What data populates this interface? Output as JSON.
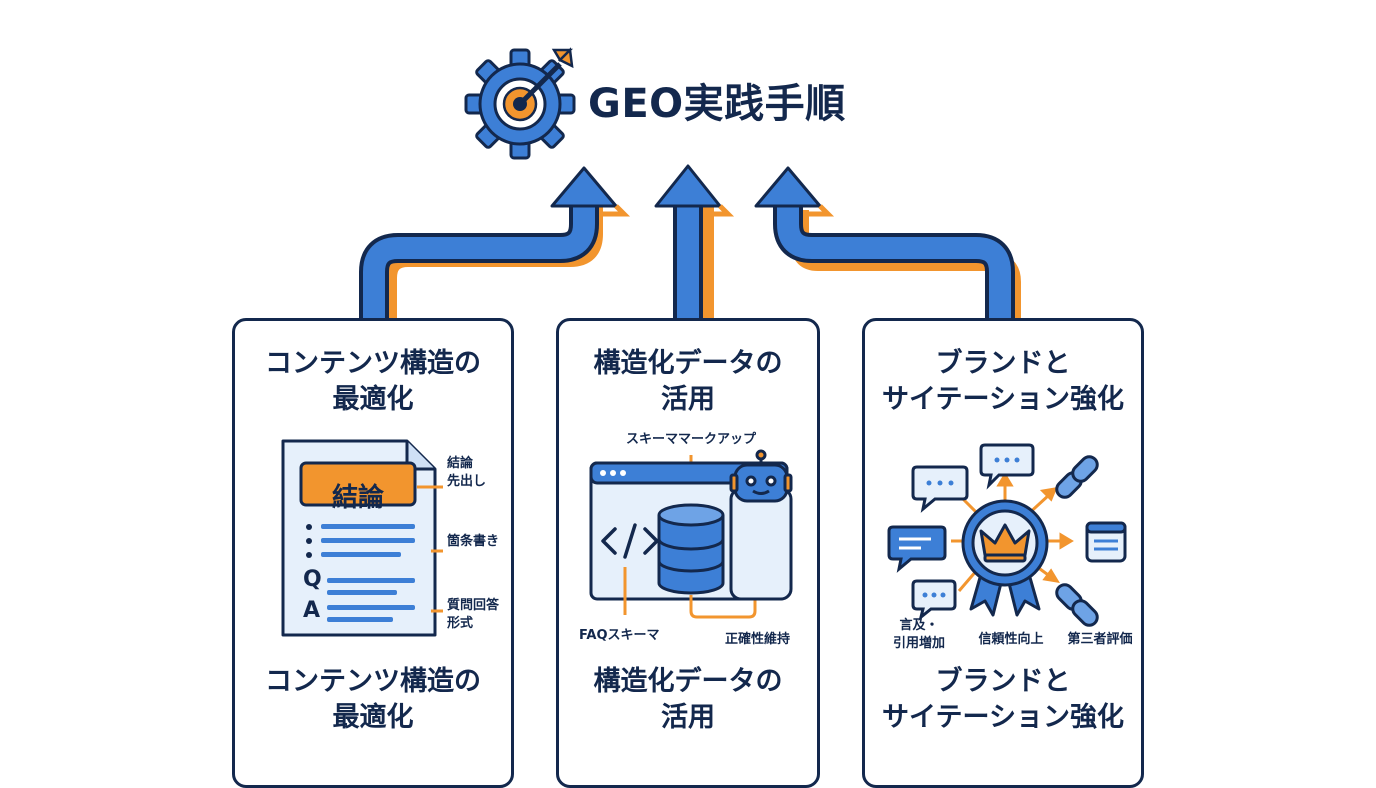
{
  "title": "GEO実践手順",
  "icons": {
    "header": "target-gear-icon",
    "card1": "document-icon",
    "card2": [
      "browser-window-icon",
      "code-icon",
      "database-icon",
      "robot-icon"
    ],
    "card3": [
      "crown-badge-icon",
      "chat-bubble-icon",
      "link-icon",
      "document-card-icon"
    ]
  },
  "colors": {
    "navy": "#13284d",
    "blue": "#3d7fd6",
    "orange": "#f2952e",
    "light_blue": "#e6f0fb"
  },
  "cards": [
    {
      "title_line1": "コンテンツ構造の",
      "title_line2": "最適化",
      "doc_heading": "結論",
      "doc_q": "Q",
      "doc_a": "A",
      "labels": {
        "conclusion_first_1": "結論",
        "conclusion_first_2": "先出し",
        "bullets": "箇条書き",
        "qa_1": "質問回答",
        "qa_2": "形式"
      },
      "footer_line1": "コンテンツ構造の",
      "footer_line2": "最適化"
    },
    {
      "title_line1": "構造化データの",
      "title_line2": "活用",
      "labels": {
        "schema_markup": "スキーママークアップ",
        "faq_schema": "FAQスキーマ",
        "accuracy": "正確性維持"
      },
      "footer_line1": "構造化データの",
      "footer_line2": "活用"
    },
    {
      "title_line1": "ブランドと",
      "title_line2": "サイテーション強化",
      "labels": {
        "mentions_1": "言及・",
        "mentions_2": "引用増加",
        "trust": "信頼性向上",
        "third_party": "第三者評価"
      },
      "footer_line1": "ブランドと",
      "footer_line2": "サイテーション強化"
    }
  ]
}
